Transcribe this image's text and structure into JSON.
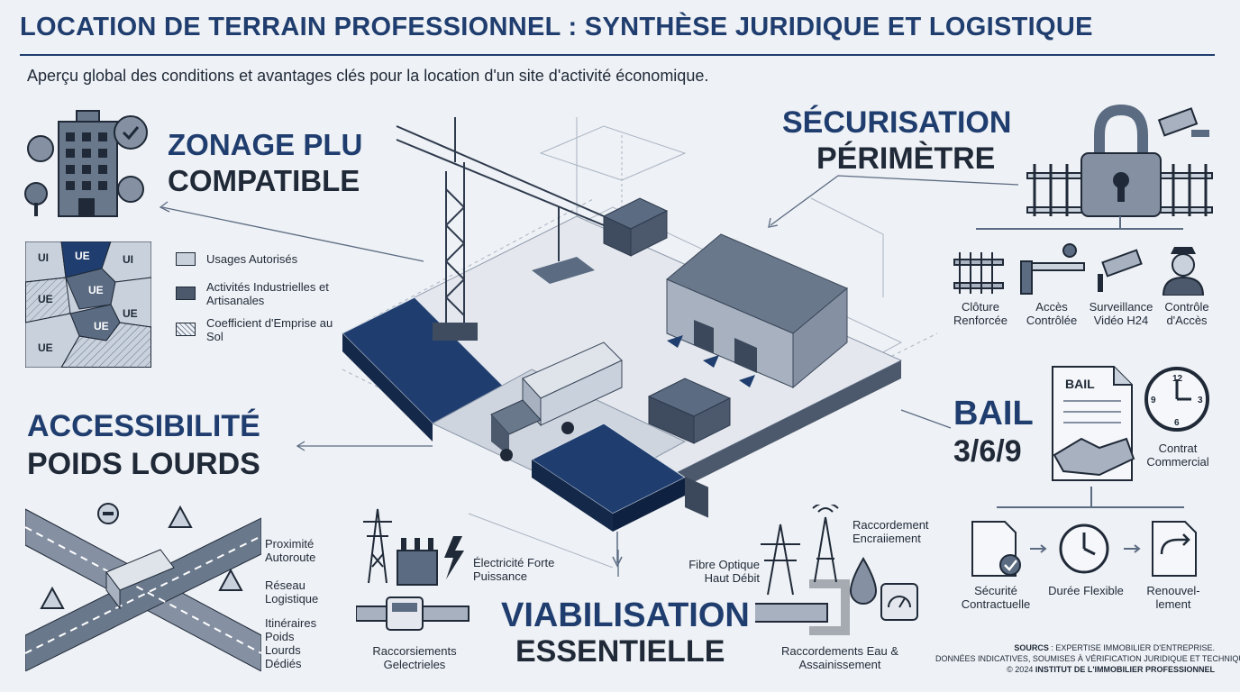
{
  "header": {
    "title": "LOCATION DE TERRAIN PROFESSIONNEL : SYNTHÈSE JURIDIQUE ET LOGISTIQUE",
    "subtitle": "Aperçu global des conditions et avantages clés pour la location d'un site d'activité économique."
  },
  "zonage": {
    "title_line1": "ZONAGE PLU",
    "title_line2": "COMPATIBLE",
    "map_labels": [
      "UI",
      "UE",
      "UI",
      "UE",
      "UE",
      "UE",
      "UE",
      "UE"
    ],
    "legend": [
      {
        "label": "Usages Autorisés"
      },
      {
        "label": "Activités Industrielles et Artisanales"
      },
      {
        "label": "Coefficient d'Emprise au Sol"
      }
    ]
  },
  "accessibilite": {
    "title_line1": "ACCESSIBILITÉ",
    "title_line2": "POIDS LOURDS",
    "items": [
      "Proximité Autoroute",
      "Réseau Logistique",
      "Itinéraires Poids Lourds Dédiés"
    ]
  },
  "securisation": {
    "title_line1": "SÉCURISATION",
    "title_line2": "PÉRIMÈTRE",
    "items": [
      "Clôture Renforcée",
      "Accès Contrôlée",
      "Surveillance Vidéo H24",
      "Contrôle d'Accès"
    ]
  },
  "bail": {
    "title_line1": "BAIL",
    "title_line2": "3/6/9",
    "doc_label": "BAIL",
    "contract_label": "Contrat Commercial",
    "clock_numbers": [
      "12",
      "3",
      "6",
      "9"
    ],
    "items": [
      "Sécurité Contractuelle",
      "Durée Flexible",
      "Renouvel­lement"
    ]
  },
  "viabilisation": {
    "title_line1": "VIABILISATION",
    "title_line2": "ESSENTIELLE",
    "electricite": "Électricité Forte Puissance",
    "raccordements_elec": "Raccorsiements Gelectrieles",
    "fibre": "Fibre Optique Haut Débit",
    "raccordement_enc": "Raccordement Encraiiement",
    "raccordements_eau": "Raccordements Eau & Assainissement"
  },
  "footer": {
    "line1_label": "SOURCS",
    "line1_text": ": EXPERTISE IMMOBILIER D'ENTREPRISE.",
    "line2": "DONNÉES INDICATIVES, SOUMISES À VÉRIFICATION JURIDIQUE ET TECHNIQUE.",
    "line3_prefix": "© 2024",
    "line3_org": "INSTITUT DE L'IMMOBILIER PROFESSIONNEL"
  },
  "colors": {
    "navy": "#1f3d6e",
    "steel": "#5b6b82",
    "light": "#c9d1dc",
    "background": "#eef1f5"
  }
}
